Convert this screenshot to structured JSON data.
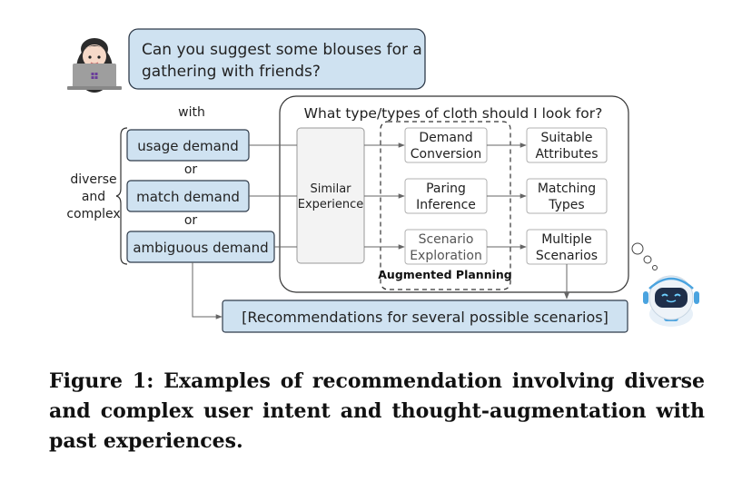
{
  "user_query": {
    "line1": "Can you suggest some blouses for a",
    "line2": "gathering with friends?"
  },
  "left_labels": {
    "with": "with",
    "or1": "or",
    "or2": "or"
  },
  "brace_label": {
    "line1": "diverse",
    "line2": "and",
    "line3": "complex"
  },
  "demands": [
    {
      "label": "usage demand"
    },
    {
      "label": "match demand"
    },
    {
      "label": "ambiguous demand"
    }
  ],
  "think_panel": {
    "title": "What type/types of cloth should I look for?"
  },
  "similar_experience": {
    "line1": "Similar",
    "line2": "Experience"
  },
  "planning_steps": [
    {
      "line1": "Demand",
      "line2": "Conversion"
    },
    {
      "line1": "Paring",
      "line2": "Inference"
    },
    {
      "line1": "Scenario",
      "line2": "Exploration"
    }
  ],
  "augmented_planning_label": "Augmented Planning",
  "outputs": [
    {
      "line1": "Suitable",
      "line2": "Attributes"
    },
    {
      "line1": "Matching",
      "line2": "Types"
    },
    {
      "line1": "Multiple",
      "line2": "Scenarios"
    }
  ],
  "recommendation": "[Recommendations for several possible scenarios]",
  "caption": "Figure 1: Examples of recommendation involving diverse and complex user intent and thought-augmentation with past experiences.",
  "colors": {
    "blue_fill": "#cfe2f1",
    "blue_stroke": "#2f3b4a",
    "gray_fill": "#f3f3f3",
    "gray_stroke": "#9a9a9a",
    "arrow": "#666666",
    "text": "#222222"
  }
}
